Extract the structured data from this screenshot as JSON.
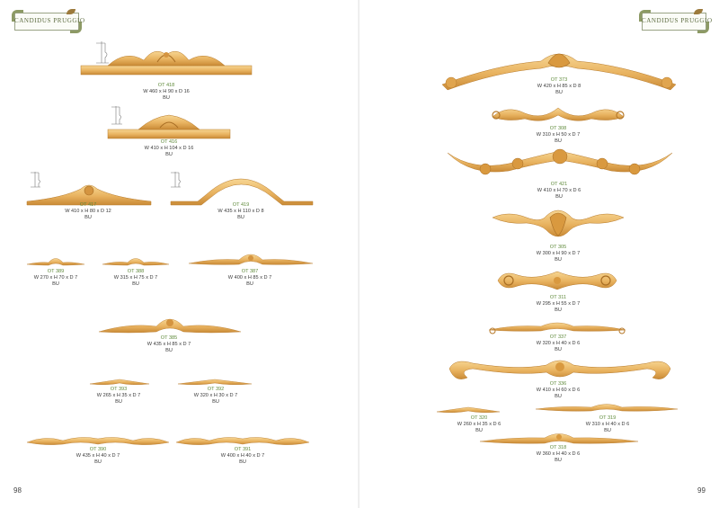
{
  "colors": {
    "wood": "#e8b25f",
    "wood_light": "#f6d28c",
    "wood_dark": "#b77a2b",
    "code_green": "#5f8a3a"
  },
  "logo": {
    "text_left": "Candidus Pruggio",
    "text_right": "Candidus Pruggio"
  },
  "pages": {
    "left_number": "98",
    "right_number": "99"
  },
  "left_items": [
    {
      "code": "OT 418",
      "dims": "W 460 x H 90 x D 16",
      "finish": "BU"
    },
    {
      "code": "OT 416",
      "dims": "W 410 x H 104 x D 16",
      "finish": "BU"
    },
    {
      "code": "OT 417",
      "dims": "W 410 x H 80 x D 12",
      "finish": "BU"
    },
    {
      "code": "OT 419",
      "dims": "W 435 x H 110 x D 8",
      "finish": "BU"
    },
    {
      "code": "OT 389",
      "dims": "W 270 x H 70 x D 7",
      "finish": "BU"
    },
    {
      "code": "OT 388",
      "dims": "W 315 x H 75 x D 7",
      "finish": "BU"
    },
    {
      "code": "OT 387",
      "dims": "W 400 x H 85 x D 7",
      "finish": "BU"
    },
    {
      "code": "OT 385",
      "dims": "W 435 x H 85 x D 7",
      "finish": "BU"
    },
    {
      "code": "OT 393",
      "dims": "W 265 x H 35 x D 7",
      "finish": "BU"
    },
    {
      "code": "OT 392",
      "dims": "W 320 x H 30 x D 7",
      "finish": "BU"
    },
    {
      "code": "OT 390",
      "dims": "W 435 x H 40 x D 7",
      "finish": "BU"
    },
    {
      "code": "OT 391",
      "dims": "W 400 x H 40 x D 7",
      "finish": "BU"
    }
  ],
  "right_items": [
    {
      "code": "OT 373",
      "dims": "W 420 x H 85 x D 8",
      "finish": "BU"
    },
    {
      "code": "OT 308",
      "dims": "W 310 x H 50 x D 7",
      "finish": "BU"
    },
    {
      "code": "OT 421",
      "dims": "W 410 x H 70 x D 6",
      "finish": "BU"
    },
    {
      "code": "OT 305",
      "dims": "W 300 x H 90 x D 7",
      "finish": "BU"
    },
    {
      "code": "OT 311",
      "dims": "W 295 x H 55 x D 7",
      "finish": "BU"
    },
    {
      "code": "OT 337",
      "dims": "W 320 x H 40 x D 6",
      "finish": "BU"
    },
    {
      "code": "OT 336",
      "dims": "W 410 x H 60 x D 6",
      "finish": "BU"
    },
    {
      "code": "OT 320",
      "dims": "W 260 x H 35 x D 6",
      "finish": "BU"
    },
    {
      "code": "OT 319",
      "dims": "W 310 x H 40 x D 6",
      "finish": "BU"
    },
    {
      "code": "OT 318",
      "dims": "W 360 x H 40 x D 6",
      "finish": "BU"
    }
  ]
}
